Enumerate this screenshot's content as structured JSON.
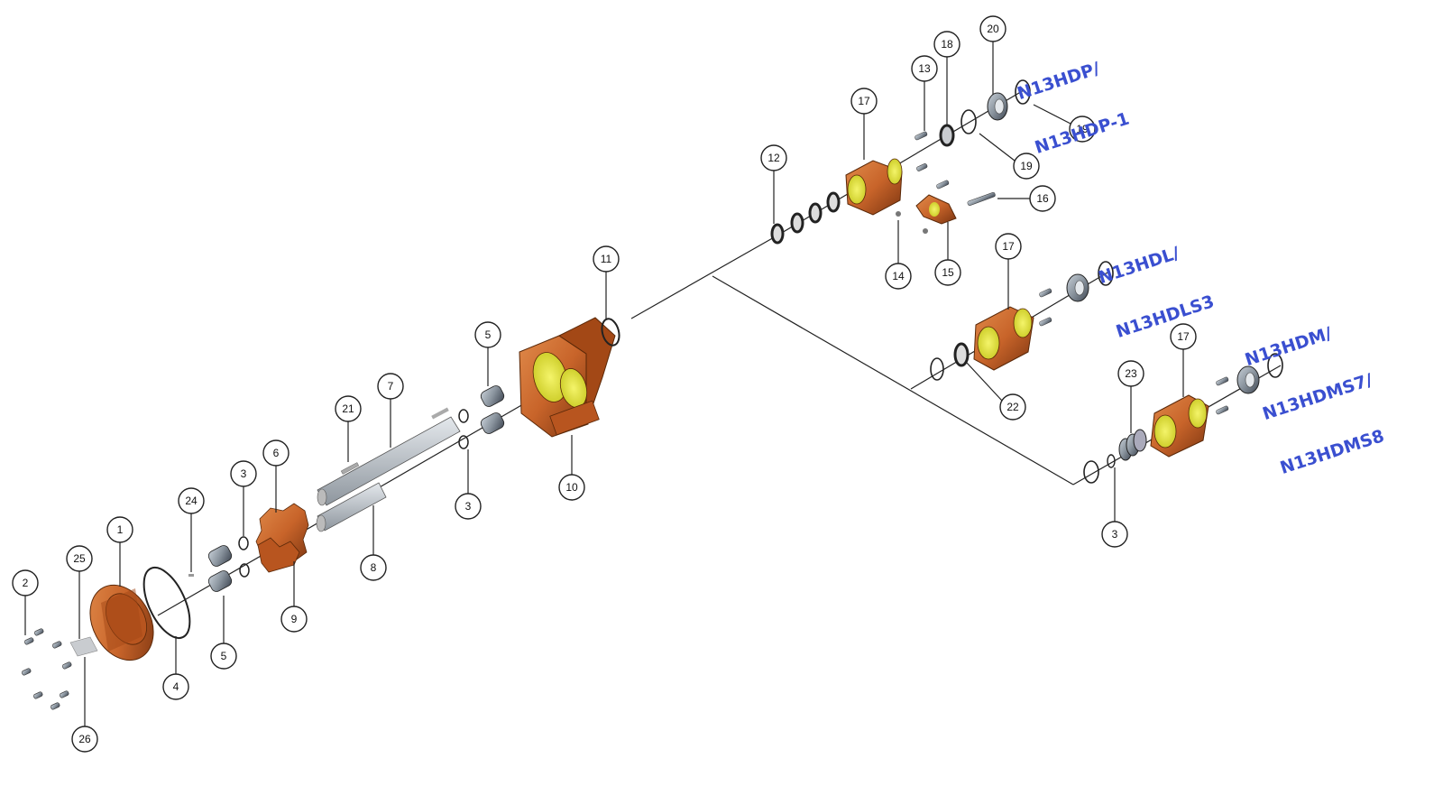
{
  "variant_labels": {
    "n13hdp": [
      "N13HDP/",
      "N13HDP-1"
    ],
    "n13hdl": [
      "N13HDL/",
      "N13HDLS3"
    ],
    "n13hdm": [
      "N13HDM/",
      "N13HDMS7/",
      "N13HDMS8"
    ]
  },
  "callouts": [
    "1",
    "2",
    "3",
    "4",
    "5",
    "6",
    "7",
    "8",
    "9",
    "10",
    "11",
    "12",
    "13",
    "14",
    "15",
    "16",
    "17",
    "18",
    "19",
    "20",
    "21",
    "22",
    "23",
    "24",
    "25",
    "26"
  ],
  "colors": {
    "copper": "#c8642a",
    "copper_dark": "#8a3c14",
    "yellow": "#e6e635",
    "steel": "#9aa3ad",
    "steel_dark": "#4a5360",
    "label_blue": "#3a4fd0"
  }
}
